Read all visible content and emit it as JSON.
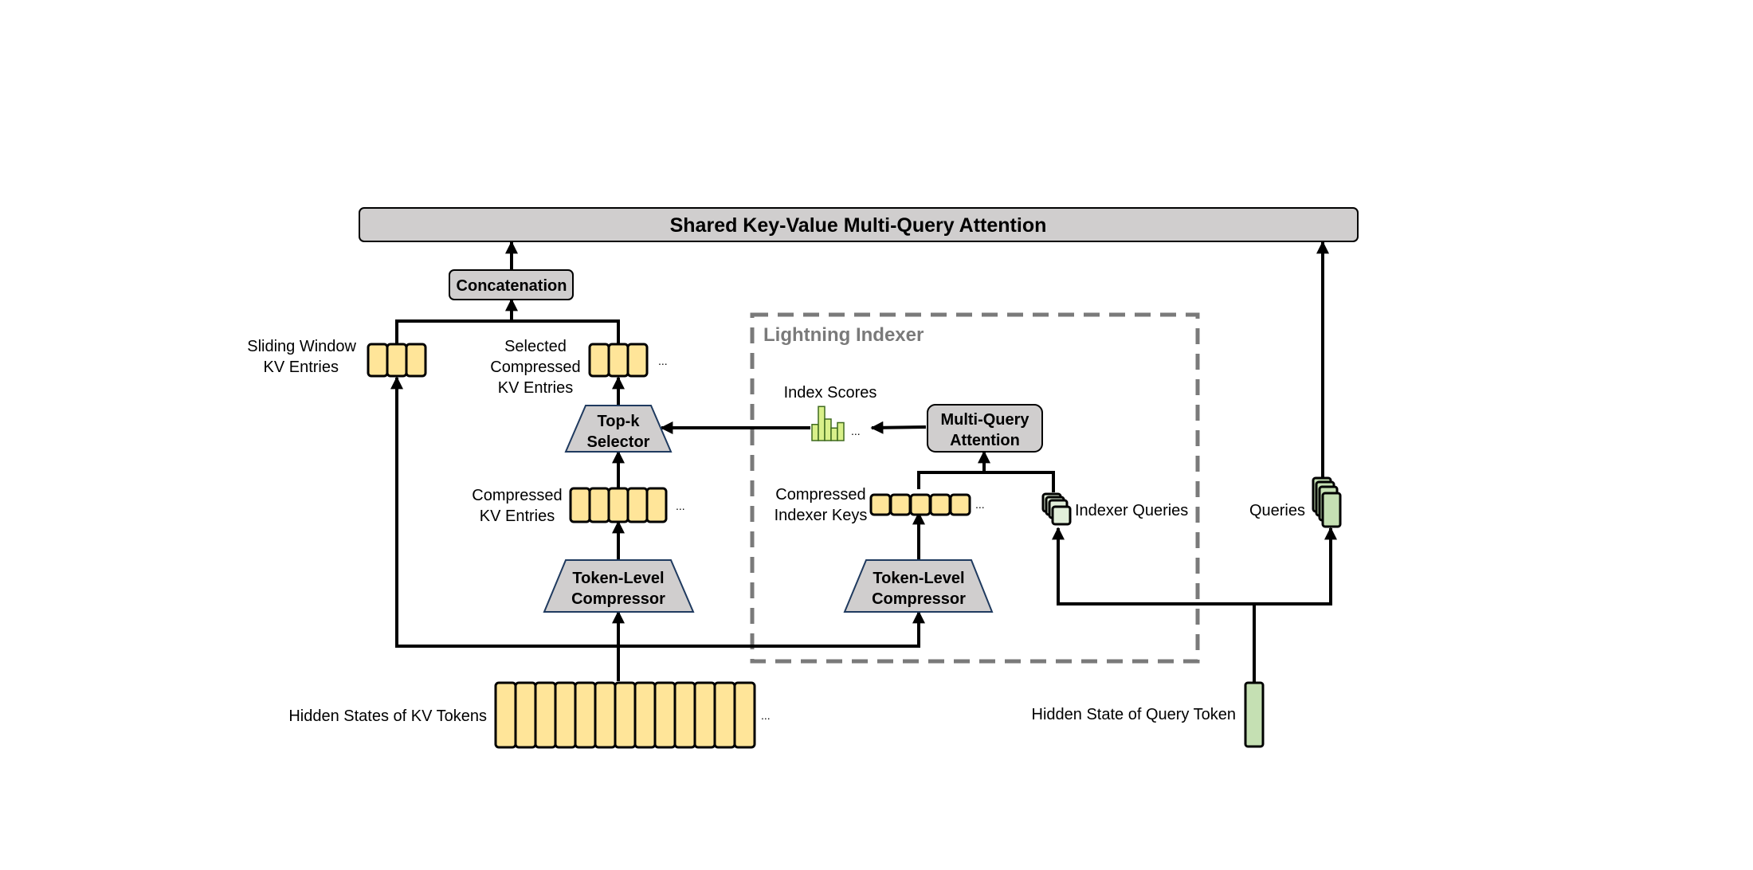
{
  "title": "Shared Key-Value Multi-Query Attention",
  "concat_label": "Concatenation",
  "indexer": {
    "title": "Lightning Indexer",
    "mqa": [
      "Multi-Query",
      "Attention"
    ],
    "compressor": [
      "Token-Level",
      "Compressor"
    ],
    "index_scores_label": "Index Scores",
    "keys_label": [
      "Compressed",
      "Indexer Keys"
    ],
    "queries_label": "Indexer Queries"
  },
  "left": {
    "sliding_label": [
      "Sliding Window",
      "KV Entries"
    ],
    "selected_label": [
      "Selected",
      "Compressed",
      "KV Entries"
    ],
    "topk": [
      "Top-k",
      "Selector"
    ],
    "compressed_label": [
      "Compressed",
      "KV Entries"
    ],
    "compressor": [
      "Token-Level",
      "Compressor"
    ],
    "hidden_label": "Hidden States of KV Tokens"
  },
  "right": {
    "queries_label": "Queries",
    "hidden_label": "Hidden State of Query Token"
  },
  "ellipsis": "...",
  "colors": {
    "kv_token": "#ffe599",
    "query_token": "#c5e0b3",
    "box_grey": "#d0cece",
    "indexer_border": "#7a7a7a",
    "score_bar": "#d9f08a"
  },
  "index_scores": [
    0.45,
    0.95,
    0.6,
    0.35,
    0.5
  ]
}
